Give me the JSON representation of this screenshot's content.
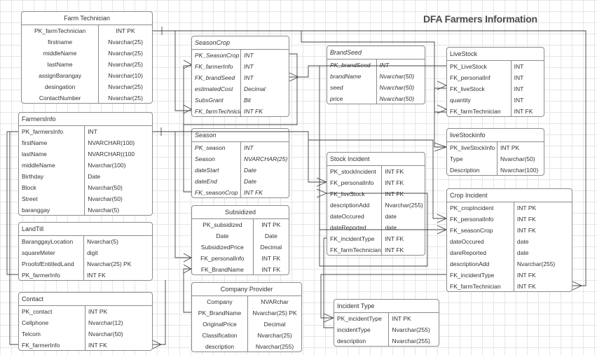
{
  "page_title": "DFA Farmers Information",
  "entities": {
    "farm_technician": {
      "title": "Farm Technician",
      "rows": [
        [
          "PK_farmTechnician",
          "INT PK"
        ],
        [
          "firstname",
          "Nvarchar(25)"
        ],
        [
          "middleName",
          "Nvarchar(25)"
        ],
        [
          "lastName",
          "Nvarchar(25)"
        ],
        [
          "assignBarangay",
          "Nvarchar(10)"
        ],
        [
          "desingation",
          "Nvarchar(25)"
        ],
        [
          "ContactNumber",
          "Nvarchar(25)"
        ]
      ]
    },
    "farmers_info": {
      "title": "FarmersInfo",
      "rows": [
        [
          "PK_farmersInfo",
          "INT"
        ],
        [
          "firstName",
          "NVARCHAR(100)"
        ],
        [
          "lastName",
          "NVARCHAR((100"
        ],
        [
          "middleName",
          "Nvarchar(100)"
        ],
        [
          "Birthday",
          "Date"
        ],
        [
          "Block",
          "Nvarchar(50)"
        ],
        [
          "Street",
          "Nvarchar(50)"
        ],
        [
          "baranggay",
          "Nvarchar(5)"
        ]
      ]
    },
    "land_till": {
      "title": "LandTill",
      "rows": [
        [
          "BaranggayLocation",
          "Nvarchar(5)"
        ],
        [
          "squareMeter",
          "digit"
        ],
        [
          "ProofofEntitledLand",
          "Nvarchar(25) PK"
        ],
        [
          "PK_farmerInfo",
          "INT FK"
        ]
      ]
    },
    "contact": {
      "title": "Contact",
      "rows": [
        [
          "PK_contact",
          "INT PK"
        ],
        [
          "Cellphone",
          "Nvarchar(12)"
        ],
        [
          "Telcom",
          "Nvarchar(50)"
        ],
        [
          "FK_farmerInfo",
          "INT FK"
        ]
      ]
    },
    "season_crop": {
      "title": "SeasonCrop",
      "rows": [
        [
          "PK_SeasonCrop",
          "INT"
        ],
        [
          "FK_farmerInfo",
          "INT"
        ],
        [
          "FK_brandSeed",
          "INT"
        ],
        [
          "estimatedCost",
          "Decimal"
        ],
        [
          "SubsGrant",
          "Bit"
        ],
        [
          "FK_farmTechnician",
          "INT FK"
        ]
      ]
    },
    "season": {
      "title": "Season",
      "rows": [
        [
          "PK_season",
          "INT"
        ],
        [
          "Season",
          "NVARCHAR(25)"
        ],
        [
          "dateStart",
          "Date"
        ],
        [
          "dateEnd",
          "Date"
        ],
        [
          "FK_seasonCrop",
          "INT FK"
        ]
      ]
    },
    "subsidized": {
      "title": "Subsidized",
      "rows": [
        [
          "PK_subsidized",
          "INT PK"
        ],
        [
          "Date",
          "Date"
        ],
        [
          "SubsidizedPrice",
          "Decimal"
        ],
        [
          "FK_personalInfo",
          "INT FK"
        ],
        [
          "FK_BrandName",
          "INT FK"
        ]
      ]
    },
    "company_provider": {
      "title": "Company  Provider",
      "rows": [
        [
          "Company",
          "NVARchar"
        ],
        [
          "PK_BrandName",
          "Nvarchar(25) PK"
        ],
        [
          "OriginalPrice",
          "Decimal"
        ],
        [
          "Classification",
          "Nvarchar(25)"
        ],
        [
          "description",
          "Nvarchar(255)"
        ]
      ]
    },
    "brand_seed": {
      "title": "BrandSeed",
      "rows": [
        [
          "PK_brandSeed",
          "INT"
        ],
        [
          "brandName",
          "Nvarchar(50)"
        ],
        [
          "seed",
          "Nvarchar(50)"
        ],
        [
          "price",
          "Nvarchar(50)"
        ]
      ]
    },
    "stock_incident": {
      "title": "Stock Incident",
      "rows": [
        [
          "PK_stockIncident",
          "INT FK"
        ],
        [
          "FK_personalInfo",
          "INT FK"
        ],
        [
          "FK_liveStock",
          "INT FK"
        ],
        [
          "descriptionAdd",
          "Nvarchar(255)"
        ],
        [
          "dateOccured",
          "date"
        ],
        [
          "dateReported",
          "date"
        ],
        [
          "FK_incidentType",
          "INT FK"
        ],
        [
          "FK_farmTechnician",
          "INT FK"
        ]
      ]
    },
    "incident_type": {
      "title": "Incident Type",
      "rows": [
        [
          "PK_incidentType",
          "INT PK"
        ],
        [
          "incidentType",
          "Nvarchar(255)"
        ],
        [
          "description",
          "Nvarchar(255)"
        ]
      ]
    },
    "livestock": {
      "title": "LiveStock",
      "rows": [
        [
          "PK_LiveStock",
          "INT"
        ],
        [
          "FK_personalInf",
          "INT"
        ],
        [
          "FK_liveStock",
          "INT"
        ],
        [
          "quantity",
          "INT"
        ],
        [
          "FK_farmTechnician",
          "INT FK"
        ]
      ]
    },
    "livestock_info": {
      "title": "liveStockinfo",
      "rows": [
        [
          "PK_liveStockInfo",
          "INT PK"
        ],
        [
          "Type",
          "Nvarchar(50)"
        ],
        [
          "Description",
          "Nvarchar(100)"
        ]
      ]
    },
    "crop_incident": {
      "title": "Crop Incident",
      "rows": [
        [
          "PK_cropIncident",
          "INT PK"
        ],
        [
          "FK_personalInfo",
          "INT FK"
        ],
        [
          "FK_seasonCrop",
          "INT FK"
        ],
        [
          "dateOccured",
          "date"
        ],
        [
          "dareReported",
          "date"
        ],
        [
          "descriptionAdd",
          "Nvarchar(255)"
        ],
        [
          "FK_incidentType",
          "INT FK"
        ],
        [
          "FK_farmTechnician",
          "INT FK"
        ]
      ]
    }
  }
}
